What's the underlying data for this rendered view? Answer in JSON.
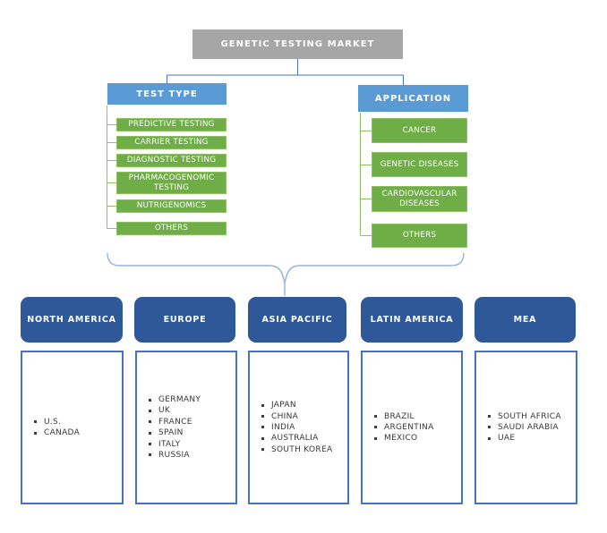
{
  "root": {
    "title": "GENETIC TESTING MARKET"
  },
  "branches": {
    "test_type": {
      "label": "TEST TYPE",
      "items": [
        "PREDICTIVE TESTING",
        "CARRIER TESTING",
        "DIAGNOSTIC TESTING",
        "PHARMACOGENOMIC TESTING",
        "NUTRIGENOMICS",
        "OTHERS"
      ]
    },
    "application": {
      "label": "APPLICATION",
      "items": [
        "CANCER",
        "GENETIC DISEASES",
        "CARDIOVASCULAR DISEASES",
        "OTHERS"
      ]
    }
  },
  "regions": [
    {
      "label": "NORTH AMERICA",
      "countries": [
        "U.S.",
        "CANADA"
      ]
    },
    {
      "label": "EUROPE",
      "countries": [
        "GERMANY",
        "UK",
        "FRANCE",
        "SPAIN",
        "ITALY",
        "RUSSIA"
      ]
    },
    {
      "label": "ASIA PACIFIC",
      "countries": [
        "JAPAN",
        "CHINA",
        "INDIA",
        "AUSTRALIA",
        "SOUTH KOREA"
      ]
    },
    {
      "label": "LATIN AMERICA",
      "countries": [
        "BRAZIL",
        "ARGENTINA",
        "MEXICO"
      ]
    },
    {
      "label": "MEA",
      "countries": [
        "SOUTH AFRICA",
        "SAUDI ARABIA",
        "UAE"
      ]
    }
  ],
  "colors": {
    "root_box": "#A6A6A6",
    "branch_header": "#5B9BD5",
    "segment_box_fill": "#6FAD47",
    "segment_box_border": "#8CC063",
    "region_header": "#2F5899",
    "region_list_border": "#4472C4",
    "connector_blue": "#4472C4",
    "connector_green": "#8CC063",
    "brace": "#94B2DC"
  }
}
